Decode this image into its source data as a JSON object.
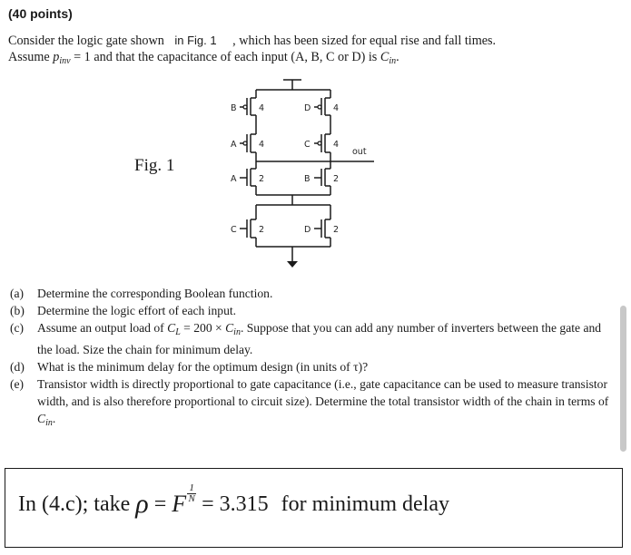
{
  "header": {
    "points": "(40 points)"
  },
  "intro": {
    "l1a": "Consider the logic gate shown",
    "l1b": "in Fig. 1",
    "l1c": ", which has been sized for equal rise and fall times.",
    "l2a": "Assume",
    "p_sym": "p",
    "p_sub": "inv",
    "l2b": "= 1 and that the capacitance of each input (A, B, C or D) is",
    "c_sym": "C",
    "c_sub": "in",
    "period": "."
  },
  "figure": {
    "caption": "Fig. 1",
    "out_label": "out",
    "pmos": [
      {
        "input": "B",
        "width": "4"
      },
      {
        "input": "D",
        "width": "4"
      },
      {
        "input": "A",
        "width": "4"
      },
      {
        "input": "C",
        "width": "4"
      }
    ],
    "nmos": [
      {
        "input": "A",
        "width": "2"
      },
      {
        "input": "B",
        "width": "2"
      },
      {
        "input": "C",
        "width": "2"
      },
      {
        "input": "D",
        "width": "2"
      }
    ]
  },
  "questions": [
    {
      "label": "(a)",
      "text": "Determine the corresponding Boolean function."
    },
    {
      "label": "(b)",
      "text": "Determine the logic effort of each input."
    },
    {
      "label": "(c)",
      "text_a": "Assume an output load of",
      "text_b": "= 200 ×",
      "text_c": ". Suppose that you can add any number of inverters between the gate and the load. Size the chain for minimum delay."
    },
    {
      "label": "(d)",
      "text": "What is the minimum delay for the optimum design (in units of τ)?"
    },
    {
      "label": "(e)",
      "text": "Transistor width is directly proportional to gate capacitance (i.e., gate capacitance can be used to measure transistor width, and is also therefore proportional to circuit size). Determine the total transistor width of the chain in terms of"
    }
  ],
  "note": {
    "prefix": "In (4.c); take",
    "rho": "ρ",
    "eq": "=",
    "F": "F",
    "exp_num": "1",
    "exp_den": "N",
    "value": "= 3.315",
    "suffix": "for minimum delay"
  }
}
